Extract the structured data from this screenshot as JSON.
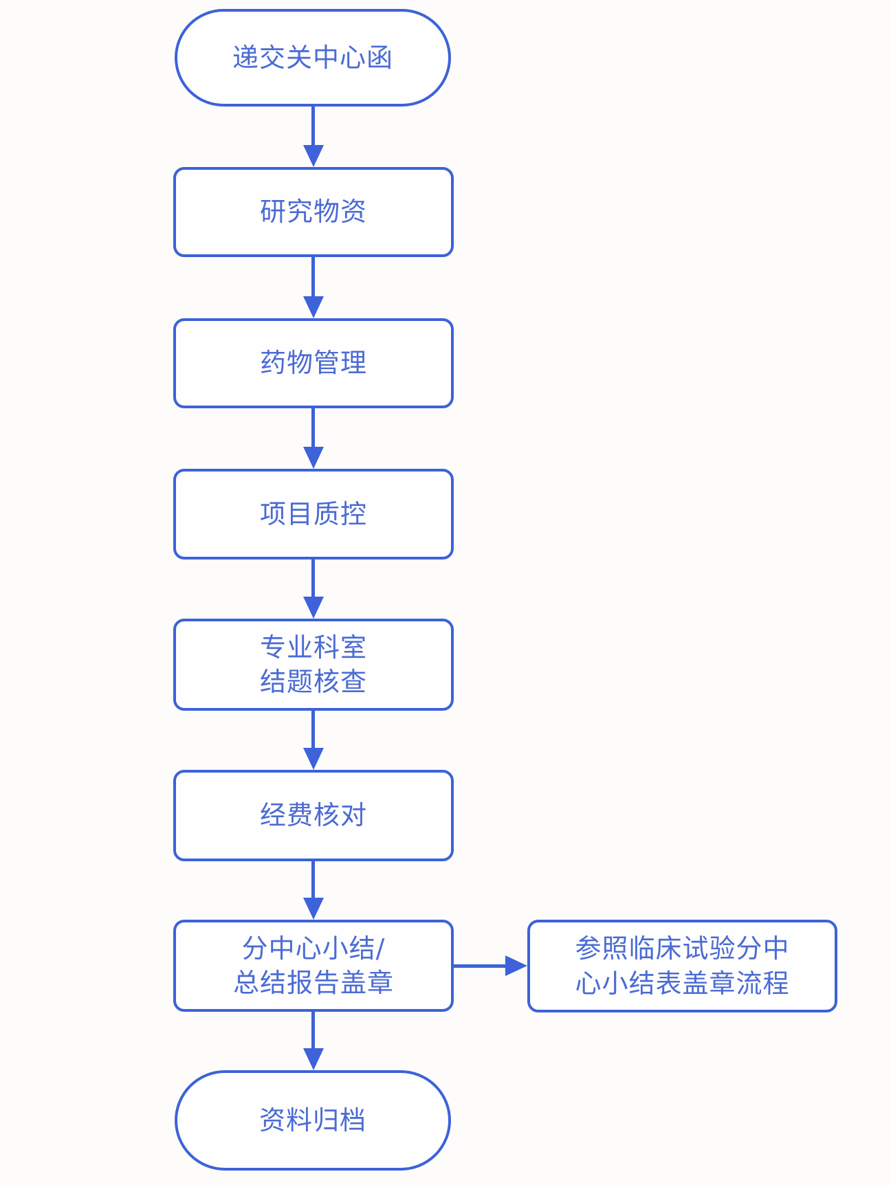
{
  "theme": {
    "stroke_color": "#3d62d9",
    "text_color": "#4b6bd4",
    "node_fill": "#fefefe",
    "page_bg": "#fdfcfa"
  },
  "flowchart": {
    "title": "",
    "nodes": [
      {
        "id": "submit-closeout-letter",
        "shape": "stadium",
        "label": "递交关中心函",
        "lines": [
          "递交关中心函"
        ]
      },
      {
        "id": "research-materials",
        "shape": "rect",
        "label": "研究物资",
        "lines": [
          "研究物资"
        ]
      },
      {
        "id": "drug-management",
        "shape": "rect",
        "label": "药物管理",
        "lines": [
          "药物管理"
        ]
      },
      {
        "id": "project-quality-control",
        "shape": "rect",
        "label": "项目质控",
        "lines": [
          "项目质控"
        ]
      },
      {
        "id": "department-closeout-check",
        "shape": "rect",
        "label": "专业科室结题核查",
        "lines": [
          "专业科室",
          "结题核查"
        ]
      },
      {
        "id": "funding-verification",
        "shape": "rect",
        "label": "经费核对",
        "lines": [
          "经费核对"
        ]
      },
      {
        "id": "subcenter-summary-seal",
        "shape": "rect",
        "label": "分中心小结/总结报告盖章",
        "lines": [
          "分中心小结/",
          "总结报告盖章"
        ]
      },
      {
        "id": "archive-materials",
        "shape": "stadium",
        "label": "资料归档",
        "lines": [
          "资料归档"
        ]
      },
      {
        "id": "seal-process-reference",
        "shape": "rect",
        "label": "参照临床试验分中心小结表盖章流程",
        "lines": [
          "参照临床试验分中",
          "心小结表盖章流程"
        ]
      }
    ],
    "edges": [
      {
        "from": "submit-closeout-letter",
        "to": "research-materials",
        "direction": "down"
      },
      {
        "from": "research-materials",
        "to": "drug-management",
        "direction": "down"
      },
      {
        "from": "drug-management",
        "to": "project-quality-control",
        "direction": "down"
      },
      {
        "from": "project-quality-control",
        "to": "department-closeout-check",
        "direction": "down"
      },
      {
        "from": "department-closeout-check",
        "to": "funding-verification",
        "direction": "down"
      },
      {
        "from": "funding-verification",
        "to": "subcenter-summary-seal",
        "direction": "down"
      },
      {
        "from": "subcenter-summary-seal",
        "to": "seal-process-reference",
        "direction": "right"
      },
      {
        "from": "subcenter-summary-seal",
        "to": "archive-materials",
        "direction": "down"
      }
    ]
  }
}
